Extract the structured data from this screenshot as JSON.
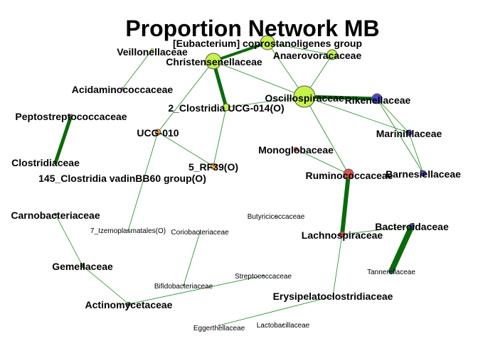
{
  "title": "Proportion Network MB",
  "colors": {
    "edge": "#1a8a1a",
    "edge_strong": "#0a6b0a",
    "node_green": "#c6f24a",
    "node_blue": "#4b46d6",
    "node_red": "#d9534f",
    "node_orange": "#f0a23a",
    "node_purple": "#b05ab0",
    "node_dark_green": "#2e7d32"
  },
  "nodes": [
    {
      "id": "eub",
      "label": "[Eubacterium] coprostanoligenes group",
      "size": "big",
      "color": "node_green",
      "r": 10
    },
    {
      "id": "chr",
      "label": "Christensenellaceae",
      "size": "big",
      "color": "node_green",
      "r": 11
    },
    {
      "id": "ana",
      "label": "Anaerovoracaceae",
      "size": "big",
      "color": "node_green",
      "r": 7
    },
    {
      "id": "vei",
      "label": "Veillonellaceae",
      "size": "big",
      "color": "node_green",
      "r": 2
    },
    {
      "id": "osc",
      "label": "Oscillospiraceae",
      "size": "big",
      "color": "node_green",
      "r": 15
    },
    {
      "id": "rik",
      "label": "Rikenellaceae",
      "size": "big",
      "color": "node_blue",
      "r": 7
    },
    {
      "id": "aci",
      "label": "Acidaminococcaceae",
      "size": "big",
      "color": "node_purple",
      "r": 2
    },
    {
      "id": "c2",
      "label": "2_Clostridia UCG-014(O)",
      "size": "big",
      "color": "node_green",
      "r": 5
    },
    {
      "id": "pep",
      "label": "Peptostreptococcaceae",
      "size": "big",
      "color": "node_purple",
      "r": 2
    },
    {
      "id": "ucg",
      "label": "UCG-010",
      "size": "big",
      "color": "node_orange",
      "r": 4
    },
    {
      "id": "mar",
      "label": "Marinifilaceae",
      "size": "big",
      "color": "node_blue",
      "r": 4
    },
    {
      "id": "mon",
      "label": "Monoglobaceae",
      "size": "big",
      "color": "node_red",
      "r": 3
    },
    {
      "id": "clo",
      "label": "Clostridiaceae",
      "size": "big",
      "color": "node_purple",
      "r": 2
    },
    {
      "id": "rf39",
      "label": "5_RF39(O)",
      "size": "big",
      "color": "node_orange",
      "r": 4
    },
    {
      "id": "bar",
      "label": "Barnesiellaceae",
      "size": "big",
      "color": "node_blue",
      "r": 4
    },
    {
      "id": "rum",
      "label": "Ruminococcaceae",
      "size": "big",
      "color": "node_red",
      "r": 7
    },
    {
      "id": "c145",
      "label": "145_Clostridia vadinBB60 group(O)",
      "size": "big",
      "color": "node_orange",
      "r": 1
    },
    {
      "id": "car",
      "label": "Carnobacteriaceae",
      "size": "big",
      "color": "node_dark_green",
      "r": 2
    },
    {
      "id": "but",
      "label": "Butyricicoccaceae",
      "size": "small",
      "color": "node_red",
      "r": 1
    },
    {
      "id": "bac",
      "label": "Bacteroidaceae",
      "size": "big",
      "color": "node_blue",
      "r": 3
    },
    {
      "id": "izm",
      "label": "7_Izemoplasmatales(O)",
      "size": "small",
      "color": "node_orange",
      "r": 1
    },
    {
      "id": "cor",
      "label": "Coriobacteriaceae",
      "size": "small",
      "color": "node_dark_green",
      "r": 1
    },
    {
      "id": "lac",
      "label": "Lachnospiraceae",
      "size": "big",
      "color": "node_red",
      "r": 4
    },
    {
      "id": "gem",
      "label": "Gemellaceae",
      "size": "big",
      "color": "node_dark_green",
      "r": 3
    },
    {
      "id": "tan",
      "label": "Tannerellaceae",
      "size": "small",
      "color": "node_blue",
      "r": 2
    },
    {
      "id": "str",
      "label": "Streptococcaceae",
      "size": "small",
      "color": "node_dark_green",
      "r": 1
    },
    {
      "id": "bif",
      "label": "Bifidobacteriaceae",
      "size": "small",
      "color": "node_dark_green",
      "r": 1
    },
    {
      "id": "ery",
      "label": "Erysipelatoclostridiaceae",
      "size": "big",
      "color": "node_red",
      "r": 1
    },
    {
      "id": "act",
      "label": "Actinomycetaceae",
      "size": "big",
      "color": "node_dark_green",
      "r": 3
    },
    {
      "id": "egg",
      "label": "Eggerthellaceae",
      "size": "small",
      "color": "node_dark_green",
      "r": 1
    },
    {
      "id": "lab",
      "label": "Lactobacillaceae",
      "size": "small",
      "color": "node_dark_green",
      "r": 1
    }
  ],
  "edges": [
    {
      "from": "eub",
      "to": "chr",
      "weight": 4
    },
    {
      "from": "eub",
      "to": "ana",
      "weight": 1
    },
    {
      "from": "eub",
      "to": "osc",
      "weight": 1
    },
    {
      "from": "chr",
      "to": "c2",
      "weight": 5
    },
    {
      "from": "chr",
      "to": "osc",
      "weight": 1
    },
    {
      "from": "chr",
      "to": "ucg",
      "weight": 1
    },
    {
      "from": "ana",
      "to": "osc",
      "weight": 1
    },
    {
      "from": "vei",
      "to": "aci",
      "weight": 1
    },
    {
      "from": "osc",
      "to": "rik",
      "weight": 5
    },
    {
      "from": "osc",
      "to": "c2",
      "weight": 1
    },
    {
      "from": "osc",
      "to": "rum",
      "weight": 1
    },
    {
      "from": "osc",
      "to": "mar",
      "weight": 1
    },
    {
      "from": "rik",
      "to": "mar",
      "weight": 1
    },
    {
      "from": "rik",
      "to": "bar",
      "weight": 1
    },
    {
      "from": "mar",
      "to": "bar",
      "weight": 1
    },
    {
      "from": "c2",
      "to": "rf39",
      "weight": 1
    },
    {
      "from": "ucg",
      "to": "rf39",
      "weight": 1
    },
    {
      "from": "ucg",
      "to": "izm",
      "weight": 1
    },
    {
      "from": "pep",
      "to": "clo",
      "weight": 5
    },
    {
      "from": "mon",
      "to": "rum",
      "weight": 1
    },
    {
      "from": "rum",
      "to": "lac",
      "weight": 6
    },
    {
      "from": "lac",
      "to": "bac",
      "weight": 1
    },
    {
      "from": "lac",
      "to": "ery",
      "weight": 1
    },
    {
      "from": "bac",
      "to": "tan",
      "weight": 8
    },
    {
      "from": "car",
      "to": "gem",
      "weight": 1
    },
    {
      "from": "gem",
      "to": "act",
      "weight": 1
    },
    {
      "from": "cor",
      "to": "bif",
      "weight": 1
    },
    {
      "from": "str",
      "to": "act",
      "weight": 0
    },
    {
      "from": "egg",
      "to": "ery",
      "weight": 1
    }
  ]
}
